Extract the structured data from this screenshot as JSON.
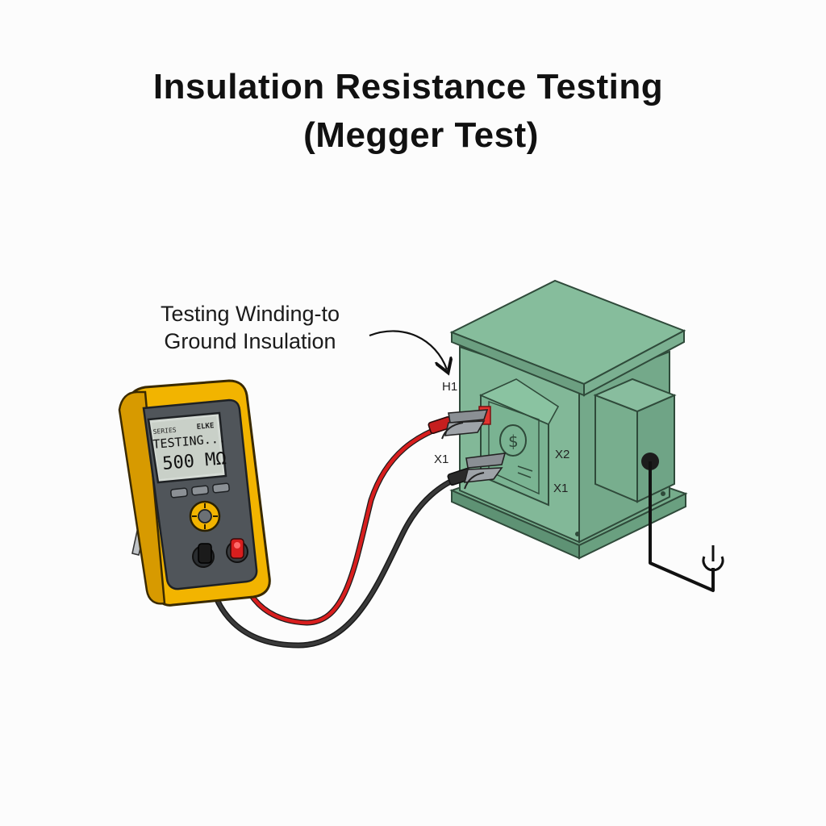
{
  "title": {
    "line1": "Insulation Resistance Testing",
    "line2": "(Megger Test)"
  },
  "callout": {
    "line1": "Testing Winding-to",
    "line2": "Ground Insulation"
  },
  "meter": {
    "brand_small_left": "SERIES",
    "brand_small_right": "ELKE",
    "status_text": "TESTING...",
    "reading": "500 MΩ"
  },
  "terminals": {
    "h1": "H1",
    "x1_left": "X1",
    "x2": "X2",
    "x1_right": "X1"
  },
  "colors": {
    "meter_body": "#f2b400",
    "meter_panel": "#50555a",
    "transformer": "#7fb594",
    "red_lead": "#d81e1e",
    "black_lead": "#222222"
  },
  "icons": [
    "ground-symbol-icon",
    "currency-symbol-icon",
    "arrow-icon"
  ]
}
